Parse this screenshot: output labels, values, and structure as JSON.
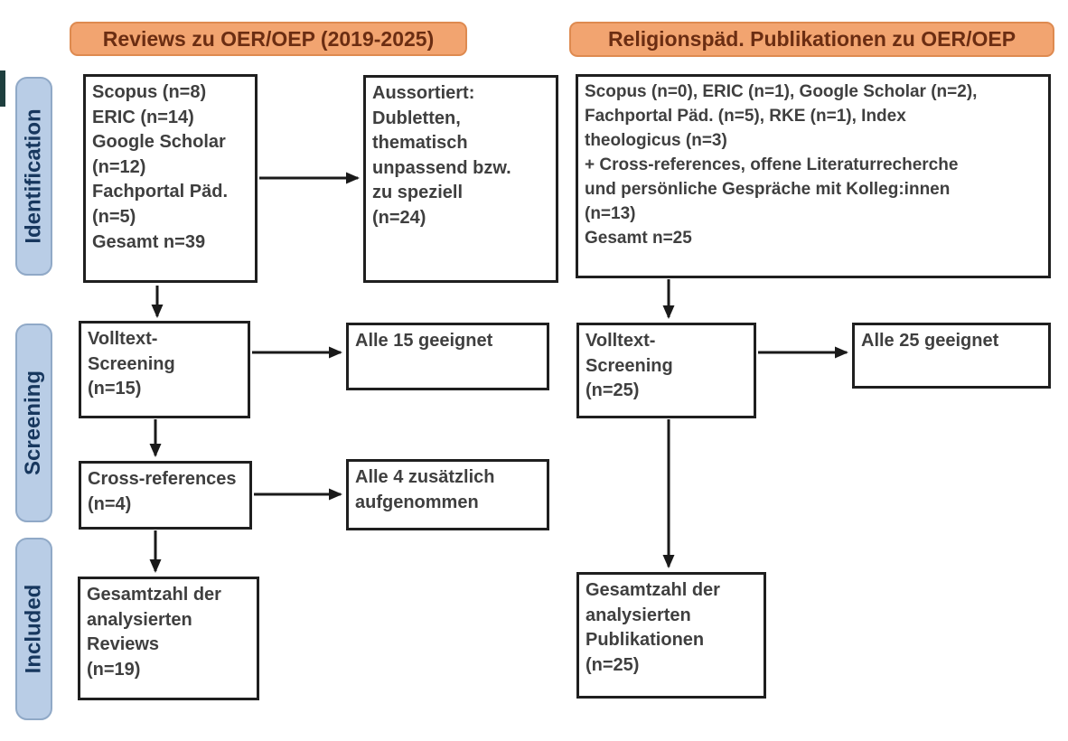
{
  "stages": {
    "identification": "Identification",
    "screening": "Screening",
    "included": "Included"
  },
  "columns": {
    "left": {
      "header": "Reviews zu OER/OEP (2019-2025)",
      "boxes": {
        "identification": "Scopus (n=8)\nERIC (n=14)\nGoogle Scholar\n(n=12)\nFachportal Päd.\n(n=5)\nGesamt n=39",
        "excluded": "Aussortiert:\nDubletten,\nthematisch\nunpassend bzw.\nzu speziell\n(n=24)",
        "screening": "Volltext-\nScreening\n(n=15)",
        "screening_result": "Alle 15 geeignet",
        "cross_references": "Cross-references\n(n=4)",
        "cross_references_result": "Alle 4 zusätzlich\naufgenommen",
        "included": "Gesamtzahl der\nanalysierten\nReviews\n(n=19)"
      }
    },
    "right": {
      "header": "Religionspäd. Publikationen zu OER/OEP",
      "boxes": {
        "identification": "Scopus (n=0), ERIC (n=1), Google Scholar (n=2),\nFachportal Päd. (n=5), RKE (n=1), Index\ntheologicus (n=3)\n+ Cross-references, offene Literaturrecherche\nund persönliche Gespräche mit Kolleg:innen\n(n=13)\nGesamt n=25",
        "screening": "Volltext-\nScreening\n(n=25)",
        "screening_result": "Alle 25 geeignet",
        "included": "Gesamtzahl der\nanalysierten\nPublikationen\n(n=25)"
      }
    }
  },
  "colors": {
    "header_fill": "#F2A470",
    "header_border": "#DE8A50",
    "header_text": "#6B2D12",
    "stage_fill": "#B9CDE6",
    "stage_border": "#90A9C7",
    "stage_text": "#17375E",
    "box_border": "#1F1F1F",
    "box_text": "#3F3F3F",
    "arrow": "#1A1A1A"
  }
}
